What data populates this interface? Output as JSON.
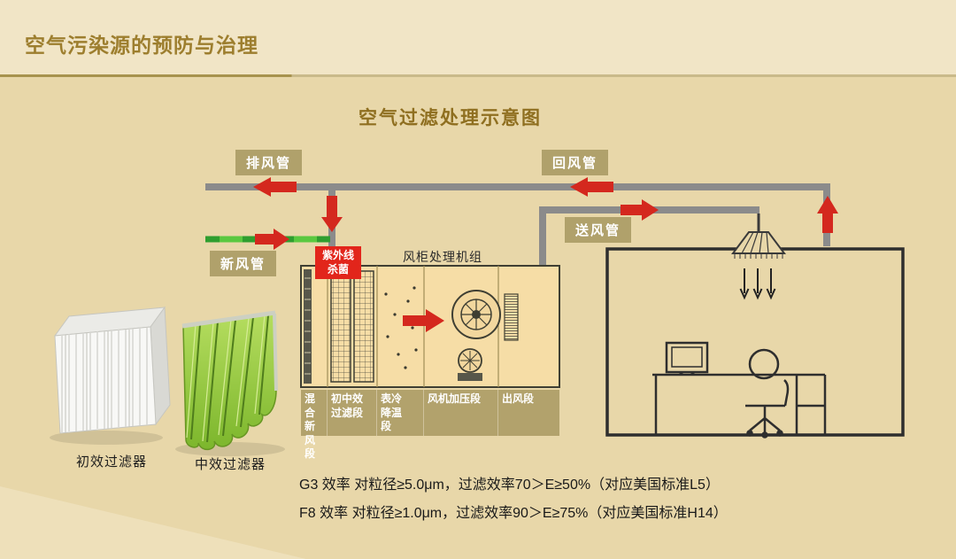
{
  "slide": {
    "header_title": "空气污染源的预防与治理",
    "diagram_title": "空气过滤处理示意图"
  },
  "ducts": {
    "exhaust_label": "排风管",
    "return_label": "回风管",
    "fresh_label": "新风管",
    "supply_label": "送风管"
  },
  "ahu": {
    "title": "风柜处理机组",
    "uv_label": "紫外线\n杀菌",
    "sections": [
      {
        "label": "混合\n新风\n段"
      },
      {
        "label": "初中效\n过滤段"
      },
      {
        "label": "表冷\n降温\n段"
      },
      {
        "label": "风机加压段"
      },
      {
        "label": "出风段"
      }
    ]
  },
  "filters": {
    "primary_label": "初效过滤器",
    "medium_label": "中效过滤器"
  },
  "notes": {
    "line1": "G3 效率 对粒径≥5.0μm，过滤效率70＞E≥50%（对应美国标准L5）",
    "line2": "F8 效率 对粒径≥1.0μm，过滤效率90＞E≥75%（对应美国标准H14）"
  },
  "colors": {
    "background": "#e8d7a9",
    "header_band": "#f1e5c6",
    "title_gold": "#9d7e2e",
    "label_khaki": "#b0a16b",
    "arrow_red": "#d4281e",
    "duct_gray": "#8b8b8b",
    "fresh_green": "#5ac840",
    "uv_red": "#e2251b",
    "ahu_body": "#f6dda6"
  }
}
